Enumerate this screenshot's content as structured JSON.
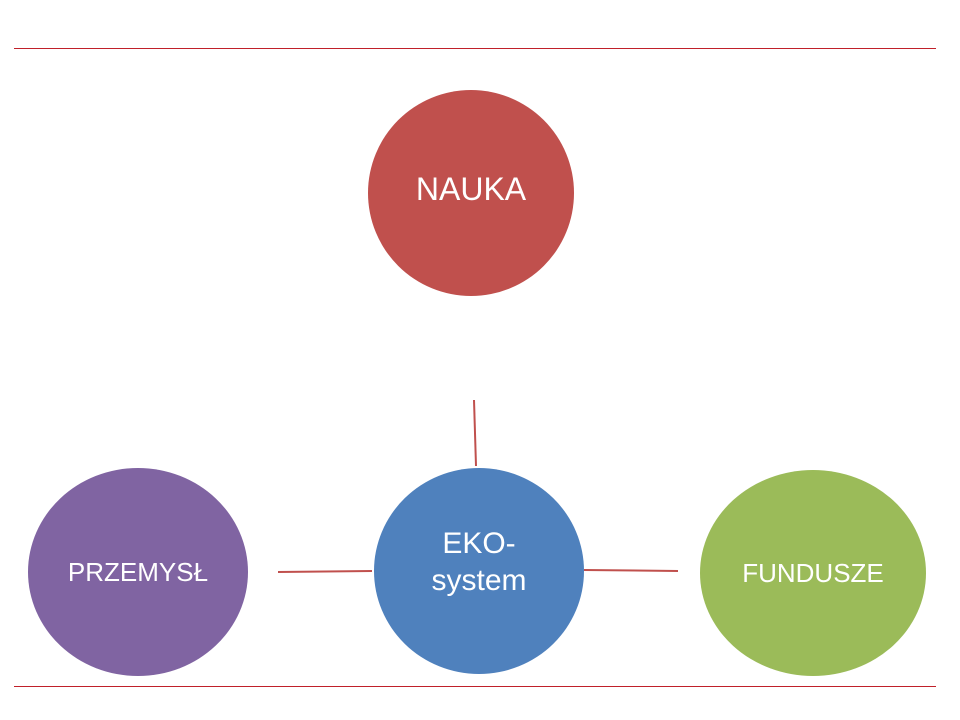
{
  "colors": {
    "rule": "#c0202a",
    "connector": "#c0504d",
    "nauka": "#c0504d",
    "eko": "#4f81bd",
    "przemysl": "#8064a2",
    "fundusze": "#9bbb59",
    "label_text": "#ffffff"
  },
  "diagram": {
    "nodes": {
      "nauka": {
        "label": "NAUKA"
      },
      "eko": {
        "label_line1": "EKO-",
        "label_line2": "system"
      },
      "przemysl": {
        "label": "PRZEMYSŁ"
      },
      "fundusze": {
        "label": "FUNDUSZE"
      }
    },
    "connections": [
      {
        "from": "eko",
        "to": "nauka"
      },
      {
        "from": "eko",
        "to": "przemysl"
      },
      {
        "from": "eko",
        "to": "fundusze"
      }
    ]
  }
}
